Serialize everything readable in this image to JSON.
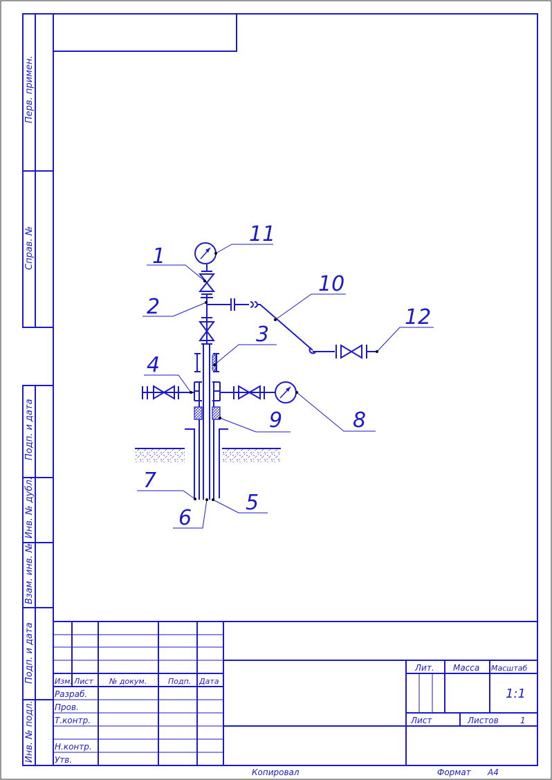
{
  "side_strip": {
    "perv_primen": "Перв. примен.",
    "sprav_no": "Справ. №",
    "podp_data_1": "Подп. и дата",
    "inv_dubl": "Инв. № дубл.",
    "vzam_inv": "Взам. инв. №",
    "podp_data_2": "Подп. и дата",
    "inv_podl": "Инв. № подл."
  },
  "title_block": {
    "izm": "Изм.",
    "list": "Лист",
    "no_dokum": "№ докум.",
    "podp": "Подп.",
    "data": "Дата",
    "razrab": "Разраб.",
    "prov": "Пров.",
    "t_kontr": "Т.контр.",
    "n_kontr": "Н.контр.",
    "utv": "Утв.",
    "lit": "Лит.",
    "massa": "Масса",
    "masshtab": "Масштаб",
    "scale_value": "1:1",
    "sheet_label": "Лист",
    "sheets_label": "Листов",
    "sheets_count": "1"
  },
  "footer": {
    "kopiroval": "Копировал",
    "format_label": "Формат",
    "format_value": "A4"
  },
  "callouts": [
    "1",
    "2",
    "3",
    "4",
    "5",
    "6",
    "7",
    "8",
    "9",
    "10",
    "11",
    "12"
  ],
  "colors": {
    "line": "#1a1acc",
    "background": "#ffffff"
  },
  "icons": [
    "pressure-gauge-icon",
    "valve-icon",
    "hatched-seal-icon",
    "ground-hatch-icon"
  ]
}
